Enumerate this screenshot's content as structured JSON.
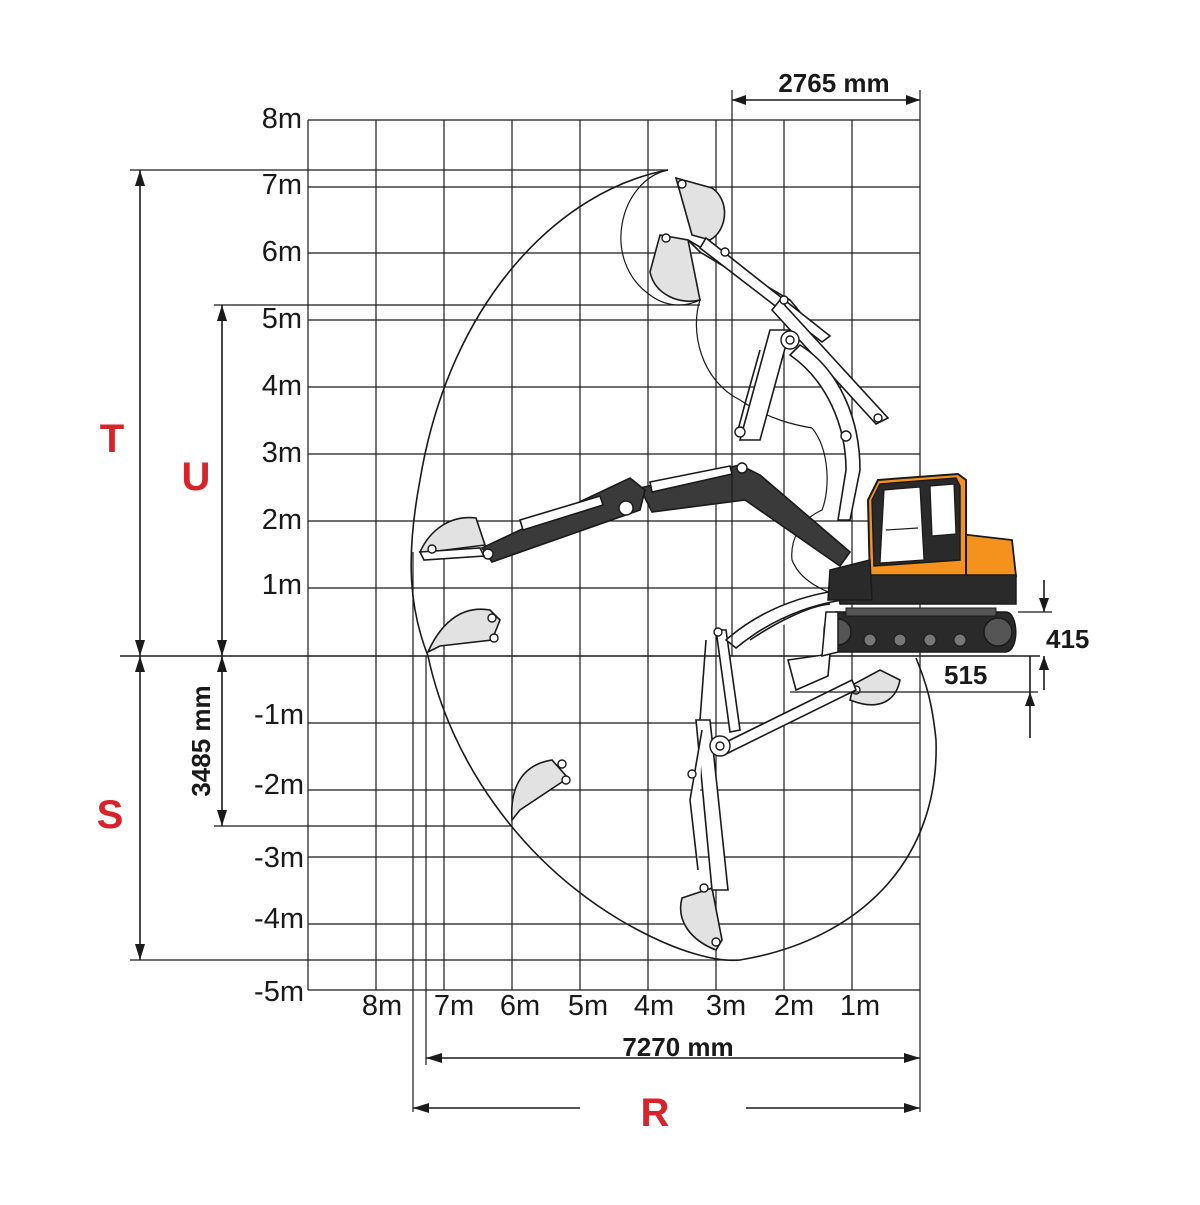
{
  "axes": {
    "y_ticks": [
      "8m",
      "7m",
      "6m",
      "5m",
      "4m",
      "3m",
      "2m",
      "1m",
      "-1m",
      "-2m",
      "-3m",
      "-4m",
      "-5m"
    ],
    "x_ticks": [
      "8m",
      "7m",
      "6m",
      "5m",
      "4m",
      "3m",
      "2m",
      "1m"
    ]
  },
  "dimensions": {
    "top_width": "2765 mm",
    "dig_depth_vertical": "3485 mm",
    "reach_ground": "7270 mm",
    "track_height": "415",
    "blade_drop": "515"
  },
  "letters": {
    "T": "T",
    "U": "U",
    "S": "S",
    "R": "R"
  },
  "colors": {
    "letter_red": "#d8232a",
    "cab_orange": "#f5921e",
    "boom_dark": "#3a3a3a",
    "track_dark": "#2a2a2a"
  }
}
